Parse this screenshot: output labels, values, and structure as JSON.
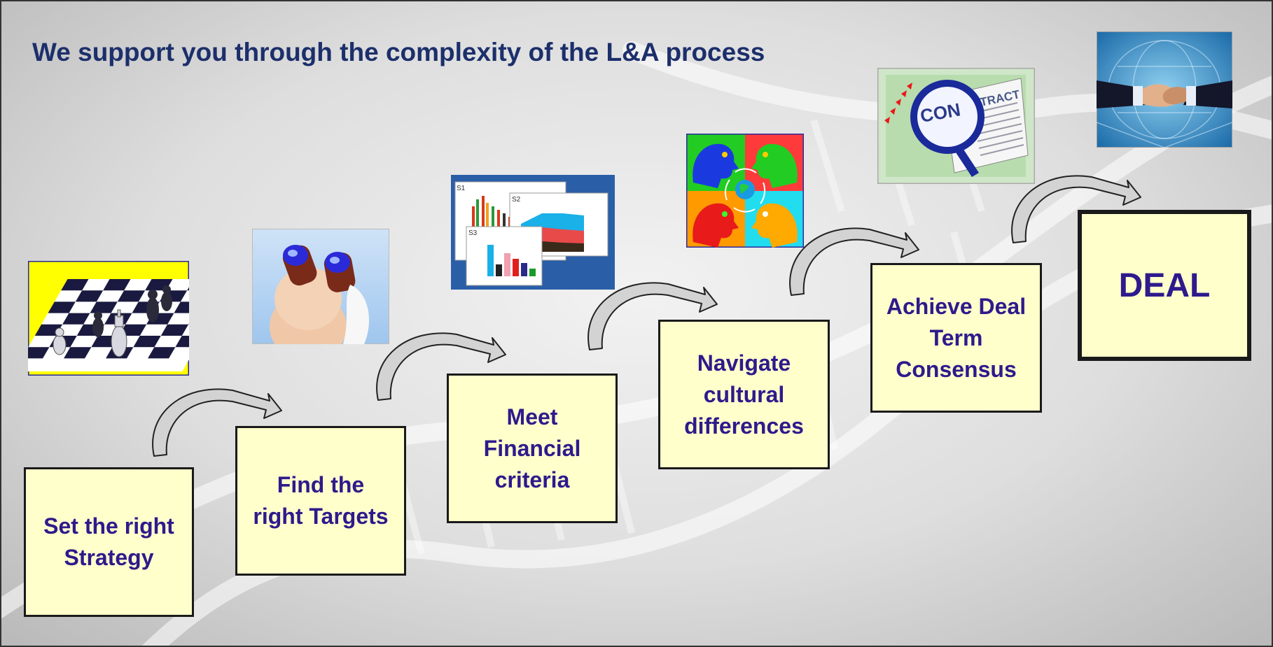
{
  "title": "We support you through the complexity of the L&A process",
  "steps": [
    {
      "label": "Set the right\nStrategy"
    },
    {
      "label": "Find the\nright Targets"
    },
    {
      "label": "Meet\nFinancial\ncriteria"
    },
    {
      "label": "Navigate\ncultural\ndifferences"
    },
    {
      "label": "Achieve Deal\nTerm\nConsensus"
    },
    {
      "label": "DEAL"
    }
  ],
  "images": {
    "financial": {
      "tag_1": "S1",
      "tag_2": "S2",
      "tag_3": "S3"
    },
    "contract": {
      "text_1": "CON",
      "text_2": "TRACT"
    }
  },
  "colors": {
    "title": "#1c2f6b",
    "step_text": "#2e1a8c",
    "step_fill": "#ffffcc"
  }
}
